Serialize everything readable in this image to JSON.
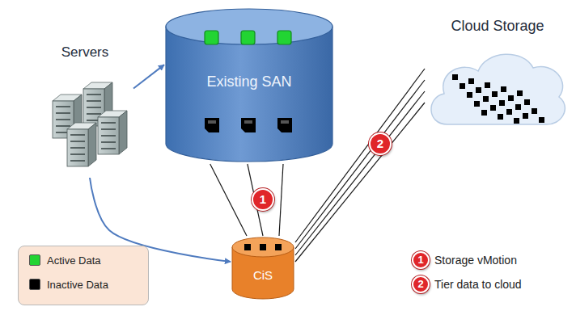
{
  "diagram": {
    "nodes": [
      {
        "text": [
          "Servers"
        ]
      },
      {
        "text": [
          "Existing SAN"
        ]
      },
      {
        "text": [
          "CiS"
        ]
      },
      {
        "text": [
          "Cloud Storage"
        ]
      }
    ],
    "edges": [
      {
        "from": 0,
        "to": 1,
        "arrow": "to"
      },
      {
        "from": 0,
        "to": 2,
        "arrow": "to"
      },
      {
        "from": 1,
        "to": 2,
        "arrow": "none"
      },
      {
        "from": 1,
        "to": 2,
        "arrow": "none"
      },
      {
        "from": 1,
        "to": 2,
        "arrow": "none"
      },
      {
        "from": 2,
        "to": 3,
        "arrow": "none"
      },
      {
        "from": 2,
        "to": 3,
        "arrow": "none"
      },
      {
        "from": 2,
        "to": 3,
        "arrow": "none"
      },
      {
        "from": 2,
        "to": 3,
        "arrow": "none"
      }
    ],
    "labels": [
      "1",
      "2",
      "1",
      "2"
    ],
    "legend": [
      {
        "text": "Active Data",
        "color": "#22d433"
      },
      {
        "text": "Inactive Data",
        "color": "#000000"
      },
      {
        "text": "Storage vMotion"
      },
      {
        "text": "Tier data to cloud"
      }
    ]
  }
}
